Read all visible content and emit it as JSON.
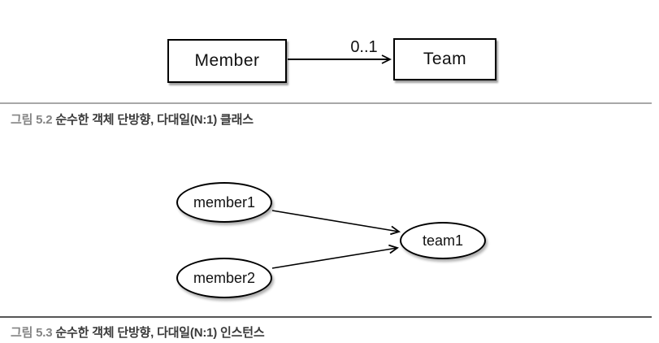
{
  "figure_top": {
    "type": "class-diagram",
    "nodes": [
      {
        "id": "member",
        "label": "Member",
        "shape": "rect"
      },
      {
        "id": "team",
        "label": "Team",
        "shape": "rect"
      }
    ],
    "edges": [
      {
        "from": "Member",
        "to": "Team",
        "label": "0..1",
        "direction": "unidirectional"
      }
    ],
    "caption_prefix": "그림 5.2",
    "caption_text": "순수한 객체 단방향, 다대일(N:1) 클래스"
  },
  "figure_bottom": {
    "type": "instance-diagram",
    "nodes": [
      {
        "id": "member1",
        "label": "member1",
        "shape": "ellipse"
      },
      {
        "id": "member2",
        "label": "member2",
        "shape": "ellipse"
      },
      {
        "id": "team1",
        "label": "team1",
        "shape": "ellipse"
      }
    ],
    "edges": [
      {
        "from": "member1",
        "to": "team1"
      },
      {
        "from": "member2",
        "to": "team1"
      }
    ],
    "caption_prefix": "그림 5.3",
    "caption_text": "순수한 객체 단방향, 다대일(N:1) 인스턴스"
  },
  "colors": {
    "background": "#ffffff",
    "node_fill": "#ffffff",
    "node_border": "#000000",
    "divider_top": "#a8a8a8",
    "divider_bottom": "#565656",
    "caption_prefix": "#848484",
    "caption_text": "#3a3a3a"
  }
}
